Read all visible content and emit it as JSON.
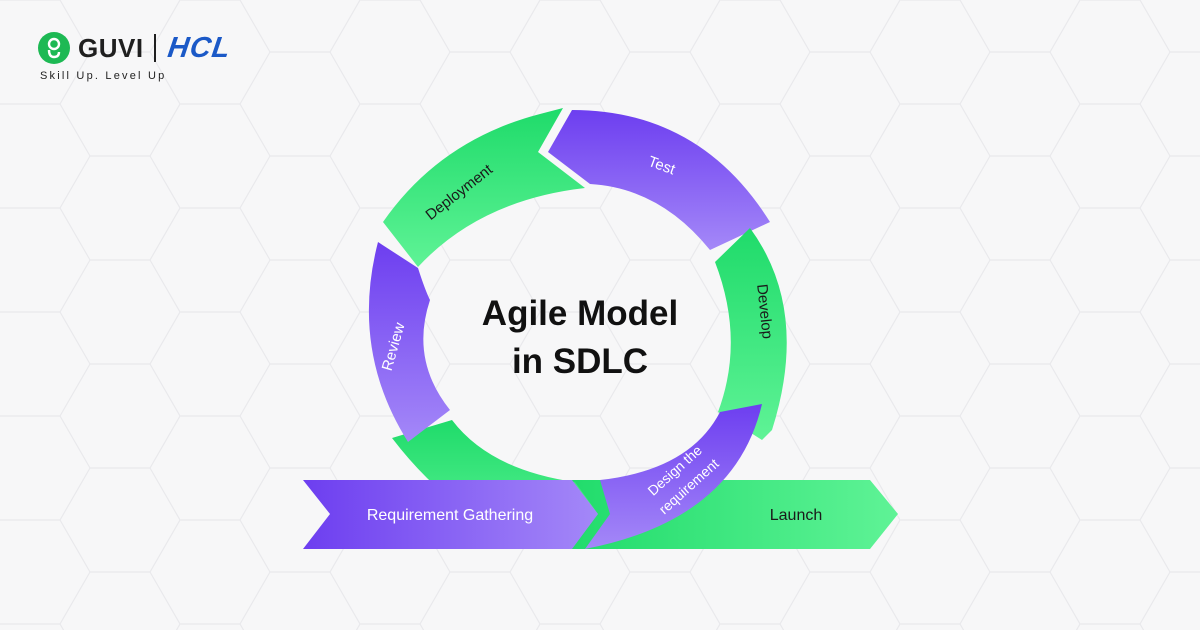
{
  "brand": {
    "name": "GUVI",
    "partner": "HCL",
    "tagline": "Skill Up. Level Up"
  },
  "title": {
    "line1": "Agile Model",
    "line2": "in SDLC"
  },
  "stages": {
    "requirement_gathering": "Requirement Gathering",
    "design_line1": "Design the",
    "design_line2": "requirement",
    "develop": "Develop",
    "test": "Test",
    "deployment": "Deployment",
    "review": "Review",
    "launch": "Launch"
  },
  "colors": {
    "purple_dark": "#6d3ef0",
    "purple_light": "#9a7cf7",
    "green_dark": "#1fdb6a",
    "green_light": "#5ff396",
    "brand_green": "#1db954",
    "brand_blue": "#1b59c7"
  }
}
